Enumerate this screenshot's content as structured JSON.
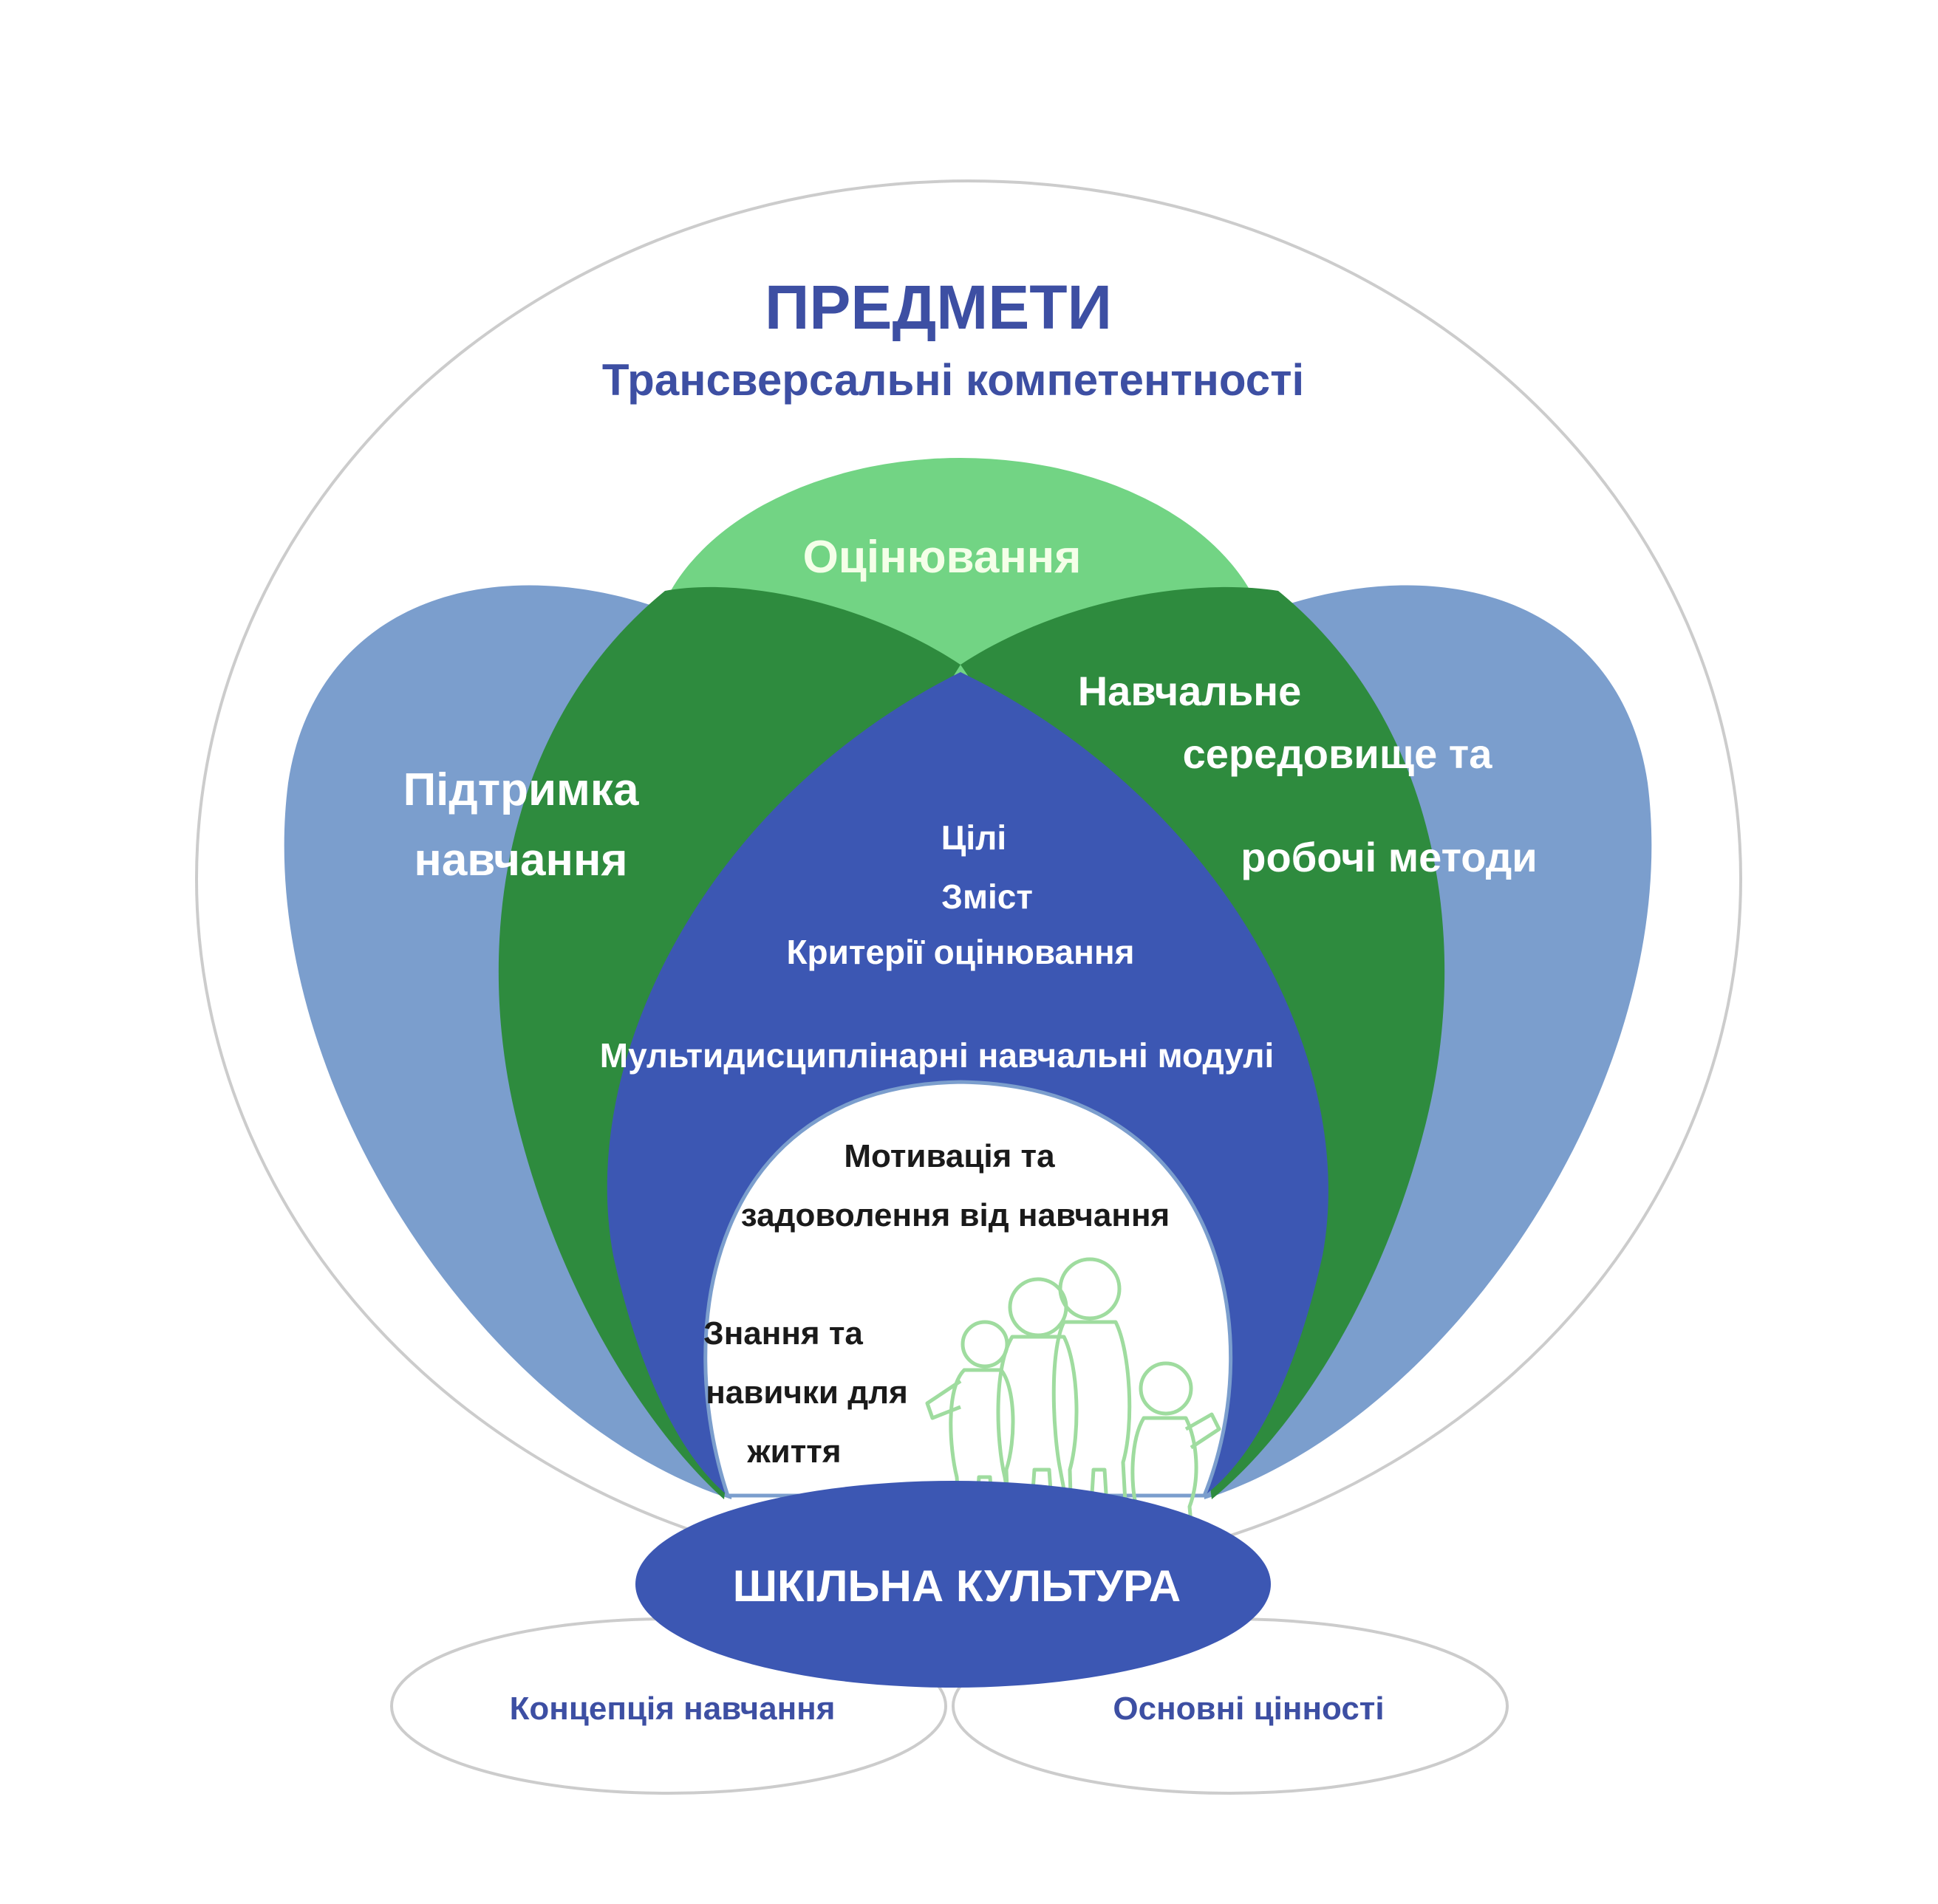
{
  "title": "ПРЕДМЕТИ",
  "subtitle": "Трансверсальні компетентності",
  "assessment": "Оцінювання",
  "support": [
    "Підтримка",
    "навчання"
  ],
  "environment": [
    "Навчальне",
    "середовище та",
    "робочі методи"
  ],
  "core_items": [
    "Цілі",
    "Зміст",
    "Критерії оцінювання"
  ],
  "modules": "Мультидисциплінарні навчальні модулі",
  "motivation": [
    "Мотивація та",
    "задоволення від навчання"
  ],
  "life_skills": [
    "Знання та",
    "навички для",
    "життя"
  ],
  "school_culture": "ШКІЛЬНА КУЛЬТУРА",
  "learning_concept": "Концепція навчання",
  "core_values": "Основні цінності",
  "colors": {
    "title_blue": "#3d4fa3",
    "light_blue": "#7b9ecd",
    "dark_green": "#2e8b3e",
    "light_green": "#72d484",
    "royal_blue": "#3c57b3",
    "children_outline": "#9fdc9f"
  }
}
